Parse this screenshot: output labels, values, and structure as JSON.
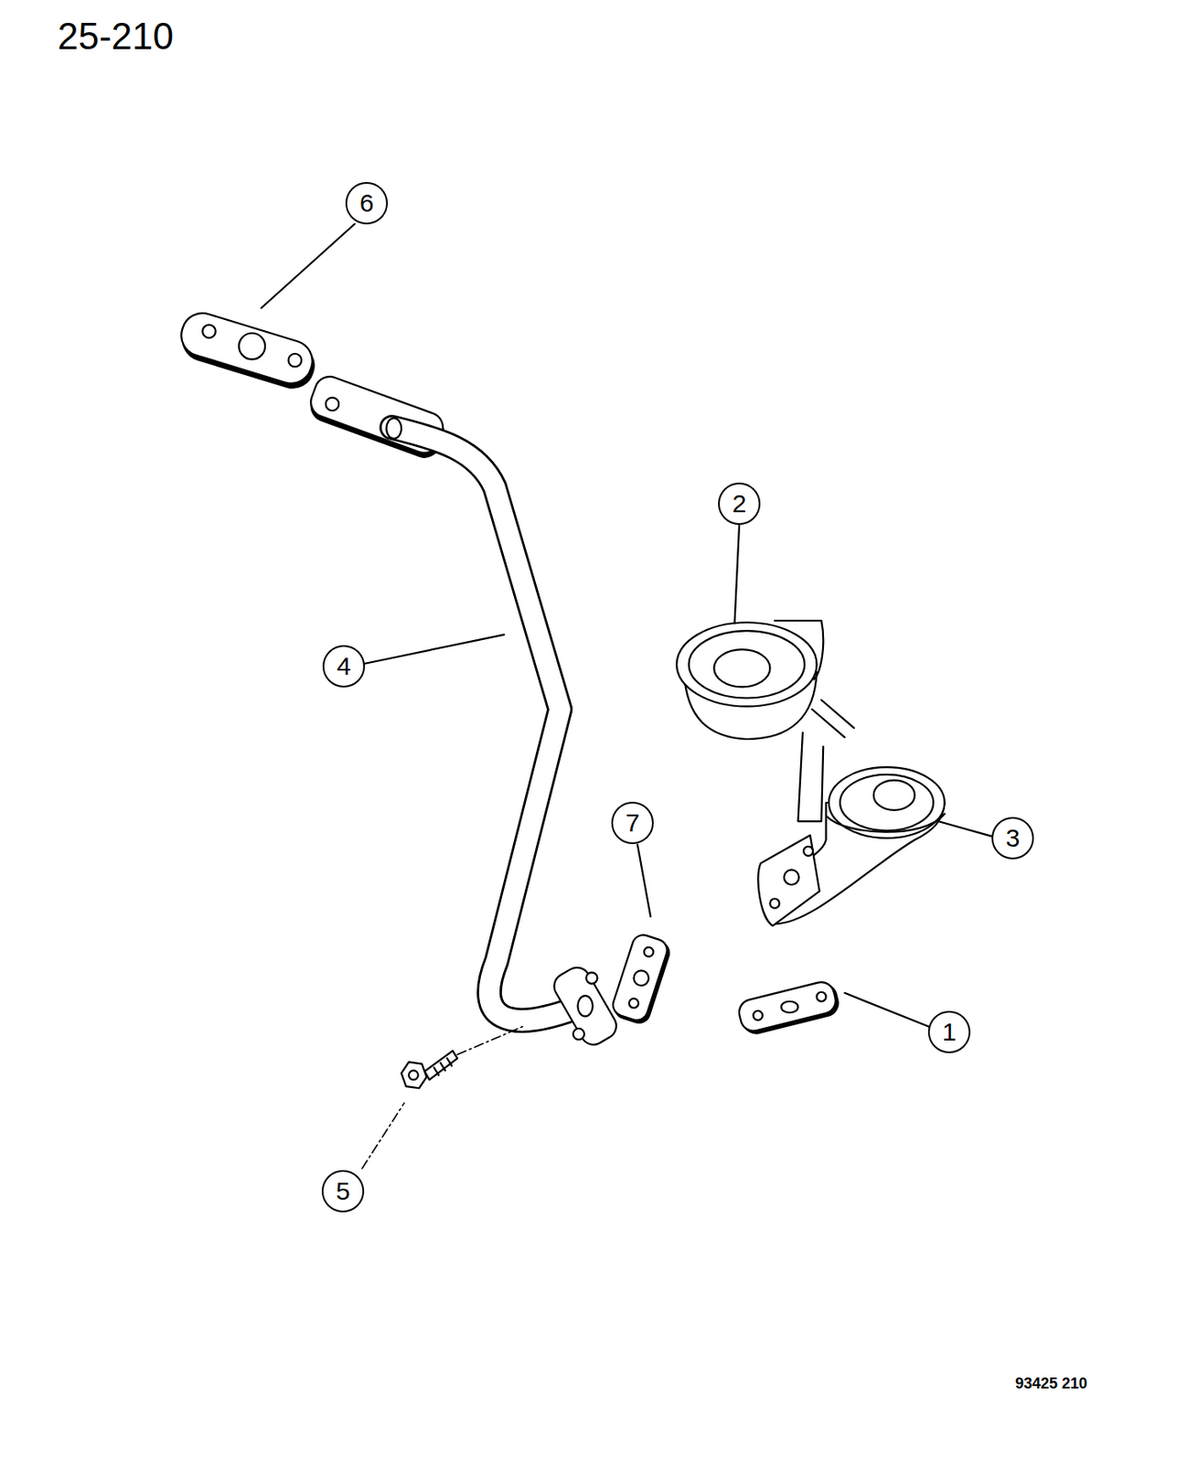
{
  "diagram": {
    "nodes": [
      {
        "text": [
          "6"
        ]
      },
      {
        "text": [
          "2"
        ]
      },
      {
        "text": [
          "4"
        ]
      },
      {
        "text": [
          "7"
        ]
      },
      {
        "text": [
          "3"
        ]
      },
      {
        "text": [
          "1"
        ]
      },
      {
        "text": [
          "5"
        ]
      }
    ],
    "labels": [
      "25-210",
      "93425 210"
    ]
  }
}
